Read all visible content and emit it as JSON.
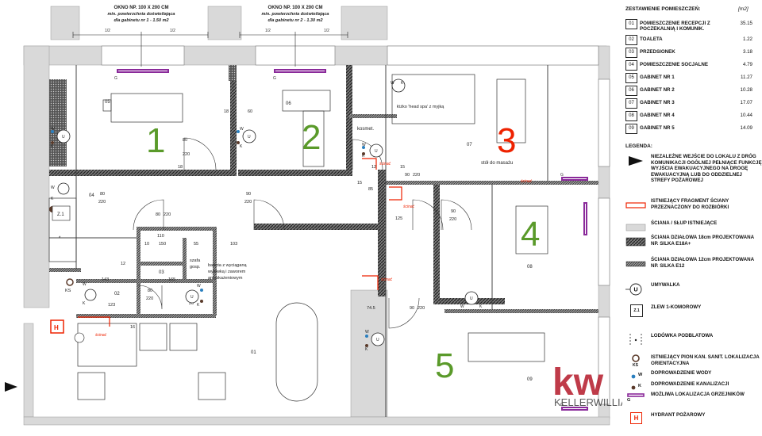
{
  "window_labels": [
    {
      "title": "OKNO NP. 100 X 200 CM",
      "line1": "min. powierzchnia doświetlająca",
      "line2": "dla gabinetu nr 1 - 1.50 m2"
    },
    {
      "title": "OKNO NP. 100 X 200 CM",
      "line1": "min. powierzchnia doświetlająca",
      "line2": "dla gabinetu nr 2 - 1.30 m2"
    }
  ],
  "plan_text": {
    "half": "1/2",
    "g": "G",
    "big_numbers": [
      "1",
      "2",
      "3",
      "4",
      "5"
    ],
    "room_codes": [
      "01",
      "02",
      "03",
      "04",
      "05",
      "06",
      "07",
      "08",
      "09"
    ],
    "head_spa": "łóżko 'head spa' z myjką",
    "kosmet": "kosmet.",
    "massage": "stół do masażu",
    "szafa": "szafa",
    "gosp": "gosp.",
    "bateria_1": "bateria z wyciąganą",
    "bateria_2": "wylewką i zaworem",
    "bateria_3": "antyskażeniowym",
    "scinac": "ścinać",
    "dims": [
      "80",
      "220",
      "90",
      "220",
      "80",
      "220",
      "90",
      "220",
      "80",
      "220",
      "90",
      "220",
      "80",
      "220",
      "90",
      "220",
      "60",
      "18",
      "12",
      "150",
      "10",
      "110",
      "55",
      "103",
      "15",
      "85",
      "125",
      "143",
      "165",
      "123",
      "74.5",
      "20",
      "16",
      "18",
      "12",
      "15"
    ],
    "w": "W",
    "k": "K",
    "u": "U",
    "ks": "KS",
    "h": "H",
    "z1": "Z.1",
    "star": "*",
    "watermark_kw": "kw",
    "watermark_name": "KELLERWILLIAMS"
  },
  "legend": {
    "title": "ZESTAWIENIE POMIESZCZEŃ:",
    "unit": "[m2]",
    "rooms": [
      {
        "num": "01",
        "name": "POMIESZCZENIE RECEPCJI Z POCZEKALNIĄ I KOMUNIK.",
        "area": "35.15"
      },
      {
        "num": "02",
        "name": "TOALETA",
        "area": "1.22"
      },
      {
        "num": "03",
        "name": "PRZEDSIONEK",
        "area": "3.18"
      },
      {
        "num": "04",
        "name": "POMIESZCZENIE SOCJALNE",
        "area": "4.79"
      },
      {
        "num": "05",
        "name": "GABINET NR 1",
        "area": "11.27"
      },
      {
        "num": "06",
        "name": "GABINET NR 2",
        "area": "10.28"
      },
      {
        "num": "07",
        "name": "GABINET NR 3",
        "area": "17.07"
      },
      {
        "num": "08",
        "name": "GABINET NR 4",
        "area": "10.44"
      },
      {
        "num": "09",
        "name": "GABINET NR 5",
        "area": "14.09"
      }
    ],
    "legend_head": "LEGENDA:",
    "items": [
      {
        "key": "entrance",
        "text": "NIEZALEŻNE WEJŚCIE DO LOKALU Z DRÓG KOMUNIKACJI OGÓLNEJ PEŁNIĄCE FUNKCJĘ WYJŚCIA EWAKUACYJNEGO NA DROGĘ EWAKUACYJNĄ LUB DO ODDZIELNEJ STREFY POŻAROWEJ"
      },
      {
        "key": "demolish",
        "text": "ISTNIEJĄCY FRAGMENT ŚCIANY PRZEZNACZONY DO ROZBIÓRKI"
      },
      {
        "key": "existing",
        "text": "ŚCIANA / SŁUP ISTNIEJĄCE"
      },
      {
        "key": "wall18",
        "text": "ŚCIANA DZIAŁOWA 18cm PROJEKTOWANA NP. SILKA E18A+"
      },
      {
        "key": "wall12",
        "text": "ŚCIANA DZIAŁOWA 12cm PROJEKTOWANA NP. SILKA E12"
      },
      {
        "key": "sink",
        "text": "UMYWALKA"
      },
      {
        "key": "sink_code",
        "text": "Z.1"
      },
      {
        "key": "zlew",
        "text": "ZLEW 1-KOMOROWY"
      },
      {
        "key": "fridge",
        "text": "LODÓWKA PODBLATOWA"
      },
      {
        "key": "ks_code",
        "text": "KS"
      },
      {
        "key": "riser",
        "text": "ISTNIEJĄCY PION KAN. SANIT. LOKALIZACJA ORIENTACYJNA"
      },
      {
        "key": "water_code",
        "text": "W"
      },
      {
        "key": "water",
        "text": "DOPROWADZENIE WODY"
      },
      {
        "key": "sewer_code",
        "text": "K"
      },
      {
        "key": "sewer",
        "text": "DOPROWADZENIE KANALIZACJI"
      },
      {
        "key": "heater_code",
        "text": "G"
      },
      {
        "key": "heater",
        "text": "MOŻLIWA LOKALIZACJA GRZEJNIKÓW"
      },
      {
        "key": "hydrant_code",
        "text": "H"
      },
      {
        "key": "hydrant",
        "text": "HYDRANT POŻAROWY"
      }
    ]
  },
  "colors": {
    "wall_fill": "#4a4a4a",
    "existing_fill": "#d9d9d9",
    "room_numbers": "#5a9a2a",
    "room_three": "#ee2200",
    "demolish": "#ee2200",
    "heater": "#8a2a9a",
    "water": "#2a7fbf",
    "sewer": "#5a3a2a",
    "watermark": "#b41a2a"
  }
}
